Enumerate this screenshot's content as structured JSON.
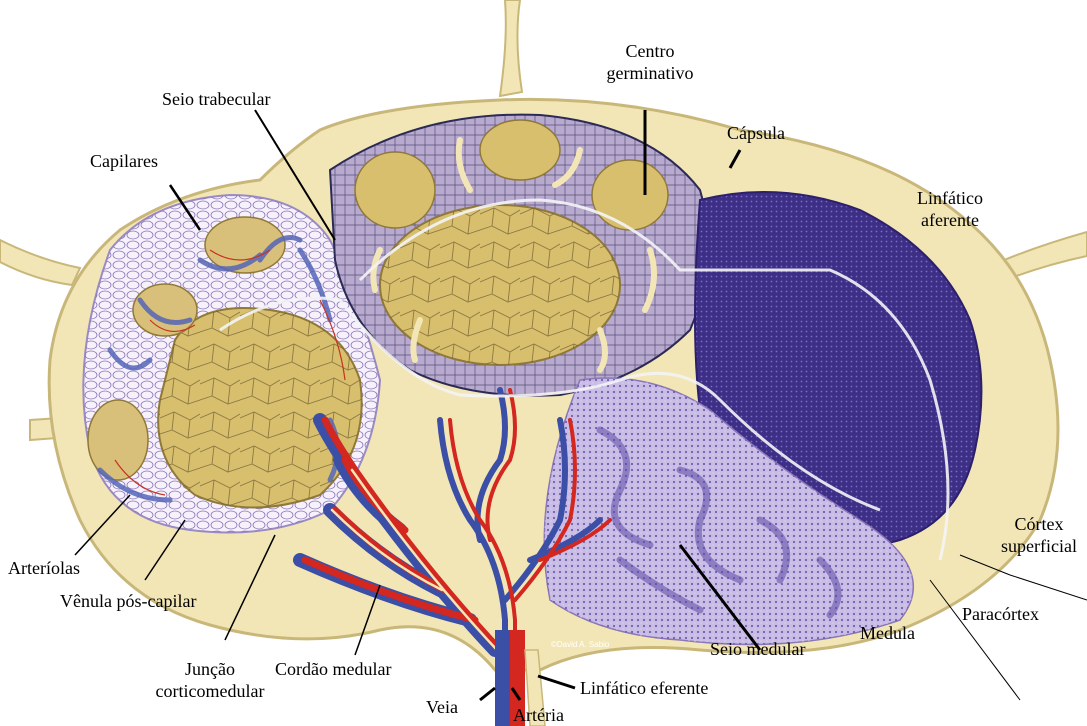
{
  "labels": {
    "seio_trabecular": "Seio trabecular",
    "centro_germinativo_1": "Centro",
    "centro_germinativo_2": "germinativo",
    "capsula": "Cápsula",
    "capilares": "Capilares",
    "linfatico_aferente_1": "Linfático",
    "linfatico_aferente_2": "aferente",
    "cortex_superficial_1": "Córtex",
    "cortex_superficial_2": "superficial",
    "arteriolas": "Arteríolas",
    "venula": "Vênula pós-capilar",
    "paracortex": "Paracórtex",
    "medula": "Medula",
    "seio_medular": "Seio medular",
    "juncao_1": "Junção",
    "juncao_2": "corticomedular",
    "cordao_medular": "Cordão medular",
    "linfatico_eferente": "Linfático eferente",
    "veia": "Veia",
    "arteria": "Artéria"
  },
  "credit": "©David A. Sabio",
  "colors": {
    "capsule": "#f3e6b6",
    "capsule_edge": "#c9b77a",
    "follicle": "#d7bf6e",
    "cortex_purple": "#4b3a8c",
    "medulla_lilac": "#b6a6d8",
    "artery_red": "#d3271f",
    "vein_blue": "#3b4fa6"
  }
}
